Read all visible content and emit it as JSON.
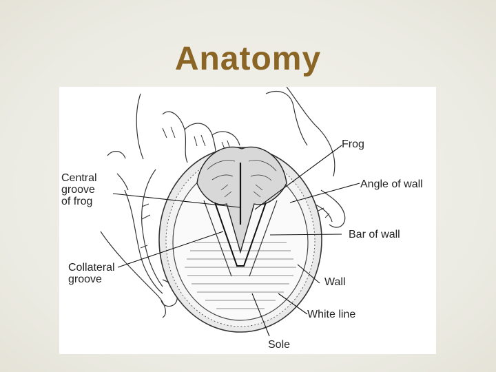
{
  "slide": {
    "title": "Anatomy"
  },
  "diagram": {
    "labels": {
      "frog": "Frog",
      "central_groove": [
        "Central",
        "groove",
        "of frog"
      ],
      "angle_of_wall": "Angle of wall",
      "bar_of_wall": "Bar of wall",
      "collateral_groove": [
        "Collateral",
        "groove"
      ],
      "wall": "Wall",
      "white_line": "White line",
      "sole": "Sole"
    }
  }
}
